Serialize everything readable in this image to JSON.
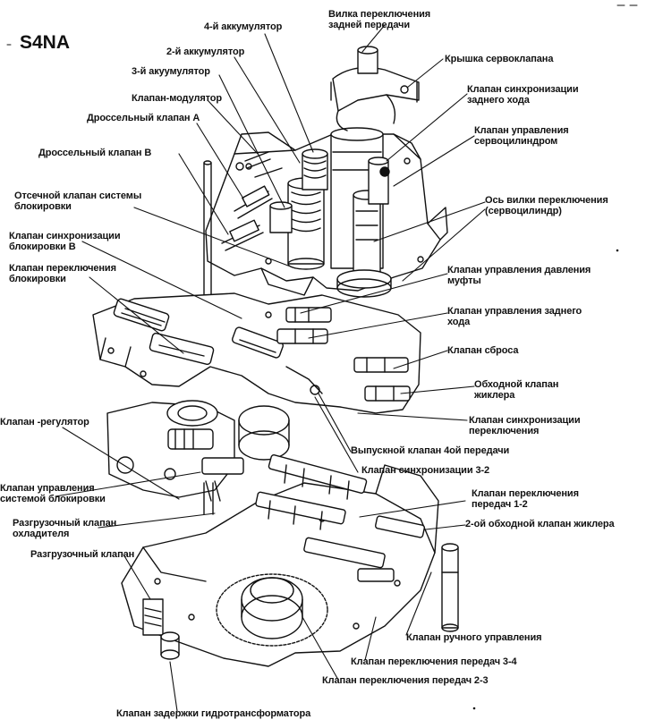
{
  "model": "S4NA",
  "colors": {
    "ink": "#111111",
    "paper": "#ffffff"
  },
  "labels": {
    "reverse_fork": "Вилка переключения\nзадней передачи",
    "accumulator_4": "4-й аккумулятор",
    "accumulator_2": "2-й аккумулятор",
    "accumulator_3": "3-й акуумулятор",
    "modulator_valve": "Клапан-модулятор",
    "throttle_valve_a": "Дроссельный клапан А",
    "throttle_valve_b": "Дроссельный клапан В",
    "servo_cover": "Крышка сервоклапана",
    "reverse_sync_valve": "Клапан синхронизации\nзаднего хода",
    "servo_control_valve": "Клапан управления\nсервоцилиндром",
    "fork_shaft": "Ось вилки переключения\n(сервоцилиндр)",
    "lockup_cutoff_valve": "Отсечной клапан системы\nблокировки",
    "lockup_sync_valve_b": "Клапан синхронизации\nблокировки В",
    "lockup_shift_valve": "Клапан переключения\nблокировки",
    "clutch_pressure_valve": "Клапан управления давления\nмуфты",
    "reverse_control_valve": "Клапан управления заднего\nхода",
    "release_valve": "Клапан сброса",
    "bypass_valve_jikler": "Обходной клапан\nжиклера",
    "shift_sync_valve": "Клапан синхронизации\nпереключения",
    "exhaust_valve_4th": "Выпускной клапан 4ой передачи",
    "regulator_valve": "Клапан -регулятор",
    "sync_valve_3_2": "Клапан синхронизации 3-2",
    "lockup_control_valve": "Клапан управления\nсистемой блокировки",
    "shift_valve_1_2": "Клапан переключения\nпередач 1-2",
    "cooler_relief_valve": "Разгрузочный клапан\nохладителя",
    "bypass_valve_2nd": "2-ой обходной клапан жиклера",
    "relief_valve": "Разгрузочный клапан",
    "manual_valve": "Клапан ручного управления",
    "shift_valve_3_4": "Клапан переключения передач 3-4",
    "shift_valve_2_3": "Клапан переключения передач 2-3",
    "converter_delay_valve": "Клапан задержки гидротрансформатора"
  }
}
